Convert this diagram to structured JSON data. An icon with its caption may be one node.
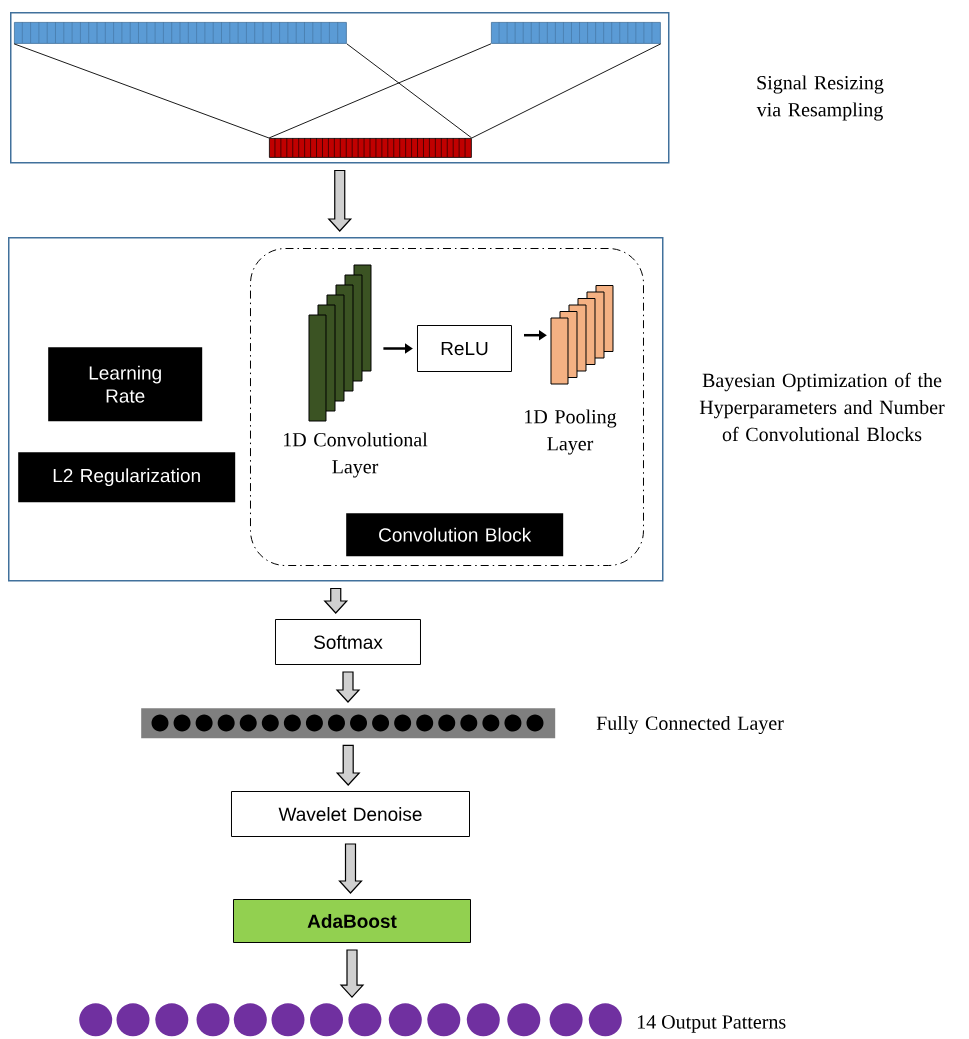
{
  "diagram": {
    "nodes": [
      {
        "text": [],
        "shape": "box"
      },
      {
        "text": [],
        "shape": "bar",
        "in": 0
      },
      {
        "text": [],
        "shape": "bar",
        "in": 0
      },
      {
        "text": [],
        "shape": "bar",
        "in": 0
      },
      {
        "text": [],
        "shape": "box"
      },
      {
        "text": [
          "Learning Rate"
        ],
        "in": 4
      },
      {
        "text": [
          "L2 Regularization"
        ],
        "in": 4
      },
      {
        "text": [],
        "shape": "box",
        "in": 4
      },
      {
        "text": [],
        "shape": "picture",
        "in": 7,
        "beside": [
          "1D Convolutional Layer"
        ]
      },
      {
        "text": [
          "ReLU"
        ],
        "in": 7
      },
      {
        "text": [],
        "shape": "picture",
        "in": 7,
        "beside": [
          "1D Pooling Layer"
        ]
      },
      {
        "text": [
          "Convolution Block"
        ],
        "in": 7
      },
      {
        "text": [
          "Softmax"
        ]
      },
      {
        "text": [],
        "shape": "bar",
        "beside": [
          "Fully Connected Layer"
        ]
      },
      {
        "text": [
          "Wavelet Denoise"
        ]
      },
      {
        "text": [
          "AdaBoost"
        ]
      },
      {
        "text": [],
        "shape": "circle"
      },
      {
        "text": [],
        "shape": "circle"
      },
      {
        "text": [],
        "shape": "circle"
      },
      {
        "text": [],
        "shape": "circle"
      },
      {
        "text": [],
        "shape": "circle"
      },
      {
        "text": [],
        "shape": "circle"
      },
      {
        "text": [],
        "shape": "circle"
      },
      {
        "text": [],
        "shape": "circle"
      },
      {
        "text": [],
        "shape": "circle"
      },
      {
        "text": [],
        "shape": "circle"
      },
      {
        "text": [],
        "shape": "circle"
      },
      {
        "text": [],
        "shape": "circle"
      },
      {
        "text": [],
        "shape": "circle"
      },
      {
        "text": [],
        "shape": "circle"
      }
    ],
    "edges": [
      {
        "from": 1,
        "to": 3,
        "arrow": "none"
      },
      {
        "from": 1,
        "to": 3,
        "arrow": "none"
      },
      {
        "from": 2,
        "to": 3,
        "arrow": "none"
      },
      {
        "from": 2,
        "to": 3,
        "arrow": "none"
      },
      {
        "from": 0,
        "to": 4,
        "arrow": "to",
        "style": "thick"
      },
      {
        "from": 8,
        "to": 9,
        "arrow": "to",
        "style": "thick"
      },
      {
        "from": 9,
        "to": 10,
        "arrow": "to",
        "style": "thick"
      },
      {
        "from": 4,
        "to": 12,
        "arrow": "to",
        "style": "thick"
      },
      {
        "from": 12,
        "to": 13,
        "arrow": "to",
        "style": "thick"
      },
      {
        "from": 13,
        "to": 14,
        "arrow": "to",
        "style": "thick"
      },
      {
        "from": 14,
        "to": 15,
        "arrow": "to",
        "style": "thick"
      },
      {
        "from": 15,
        "to": 23,
        "arrow": "to",
        "style": "thick"
      }
    ],
    "labels": [
      "Signal Resizing via Resampling",
      "Bayesian Optimization of the Hyperparameters and Number of Convolutional Blocks",
      "14 Output Patterns"
    ]
  }
}
